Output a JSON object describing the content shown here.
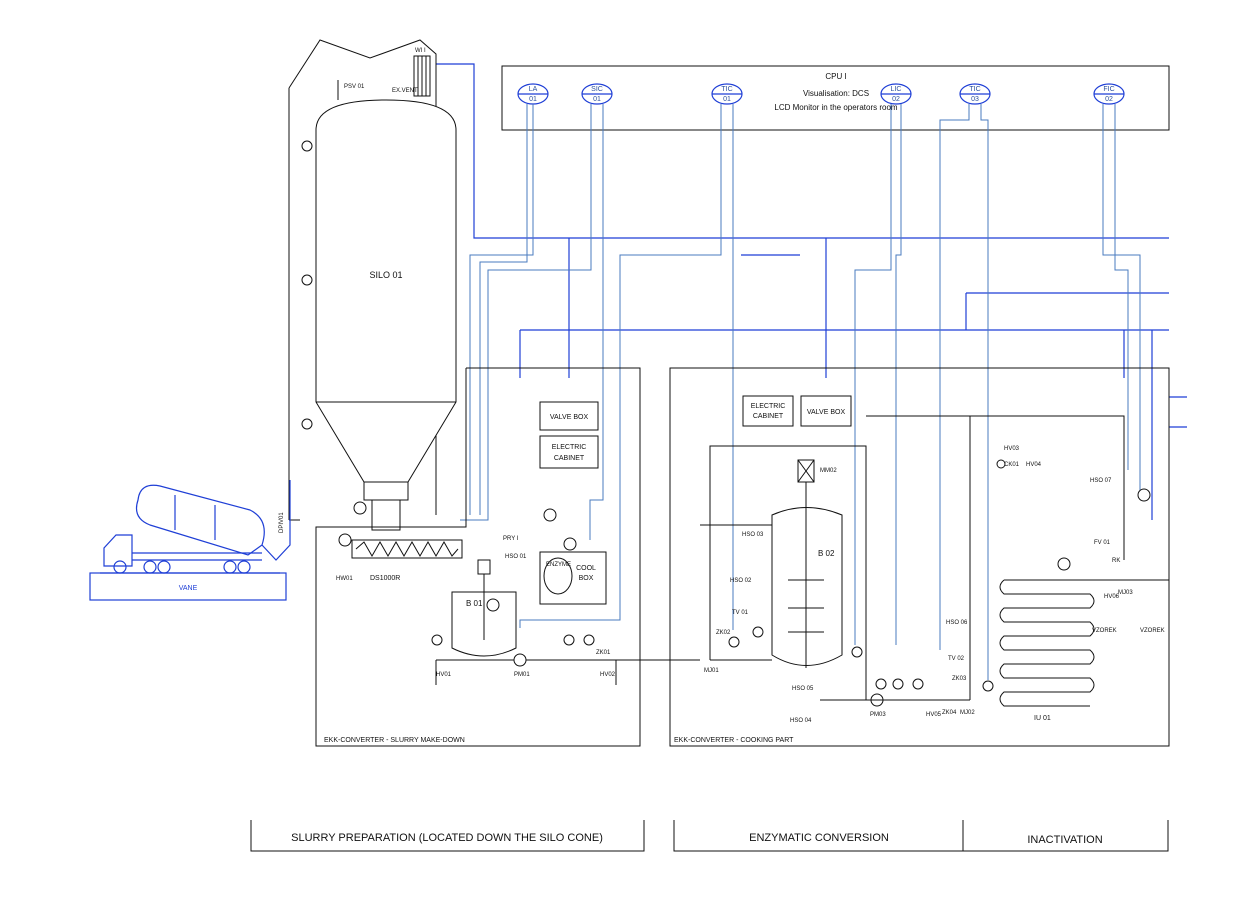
{
  "cpu": {
    "title": "CPU I",
    "visualisation": "Visualisation: DCS",
    "monitor": "LCD Monitor in the operators room"
  },
  "instruments": [
    {
      "top": "LA",
      "bottom": "01"
    },
    {
      "top": "SIC",
      "bottom": "01"
    },
    {
      "top": "TIC",
      "bottom": "01"
    },
    {
      "top": "LIC",
      "bottom": "02"
    },
    {
      "top": "TIC",
      "bottom": "03"
    },
    {
      "top": "FIC",
      "bottom": "02"
    }
  ],
  "silo": {
    "label": "SILO 01",
    "vent": "EX.VENT",
    "wi": "WI I",
    "psv": "PSV 01"
  },
  "vehicle": {
    "label": "VANE",
    "valve": "DPIV01"
  },
  "slurry": {
    "doser": "DS1000R",
    "hw": "HW01",
    "tank": "B 01",
    "valve_box": "VALVE BOX",
    "electric_cabinet_1": "ELECTRIC",
    "electric_cabinet_2": "CABINET",
    "cool_box_1": "COOL",
    "cool_box_2": "BOX",
    "enzyme": "ENZYME",
    "pump": "PM01",
    "hso": "HSO 01",
    "pry": "PRY I",
    "zk": "ZK01",
    "hv": "HV01",
    "hv2": "HV02",
    "area": "EKK-CONVERTER - SLURRY MAKE-DOWN"
  },
  "cooking": {
    "electric_cabinet_1": "ELECTRIC",
    "electric_cabinet_2": "CABINET",
    "valve_box": "VALVE BOX",
    "tank": "B 02",
    "motor": "MM02",
    "mixer1": "MJ01",
    "mixer2": "MJ02",
    "pump": "PM03",
    "hso02": "HSO 02",
    "hso03": "HSO 03",
    "hso04": "HSO 04",
    "hso05": "HSO 05",
    "tv01": "TV 01",
    "zk02": "ZK02",
    "area": "EKK-CONVERTER - COOKING PART"
  },
  "inactivation": {
    "coil": "IU 01",
    "hso06": "HSO 06",
    "hso07": "HSO 07",
    "tv02": "TV 02",
    "fv01": "FV 01",
    "zk03": "ZK03",
    "zk04": "ZK04",
    "hv03": "HV03",
    "hv04": "HV04",
    "hv05": "HV05",
    "hv06": "HV06",
    "ck01": "CK01",
    "rk": "RK",
    "mj03": "MJ03",
    "vzorek1": "VZOREK",
    "vzorek2": "VZOREK"
  },
  "sections": [
    "SLURRY PREPARATION (LOCATED DOWN THE SILO CONE)",
    "ENZYMATIC CONVERSION",
    "INACTIVATION"
  ]
}
